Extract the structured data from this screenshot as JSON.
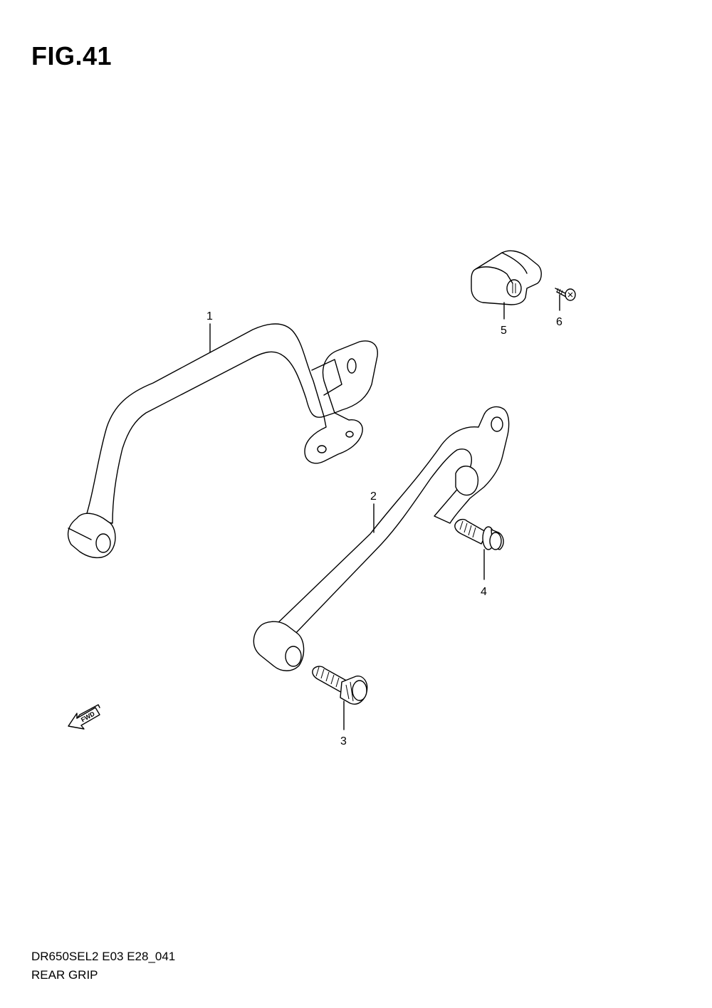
{
  "figure": {
    "title": "FIG.41"
  },
  "footer": {
    "model_code": "DR650SEL2 E03 E28_041",
    "section": "REAR GRIP"
  },
  "fwd_arrow": {
    "label": "FWD"
  },
  "callouts": [
    "1",
    "2",
    "3",
    "4",
    "5",
    "6"
  ],
  "parts": [
    {
      "ref": "1",
      "icon": "rear-grip-left-icon"
    },
    {
      "ref": "2",
      "icon": "rear-grip-right-icon"
    },
    {
      "ref": "3",
      "icon": "socket-bolt-icon"
    },
    {
      "ref": "4",
      "icon": "flange-bolt-icon"
    },
    {
      "ref": "5",
      "icon": "reflector-holder-icon"
    },
    {
      "ref": "6",
      "icon": "screw-icon"
    }
  ]
}
